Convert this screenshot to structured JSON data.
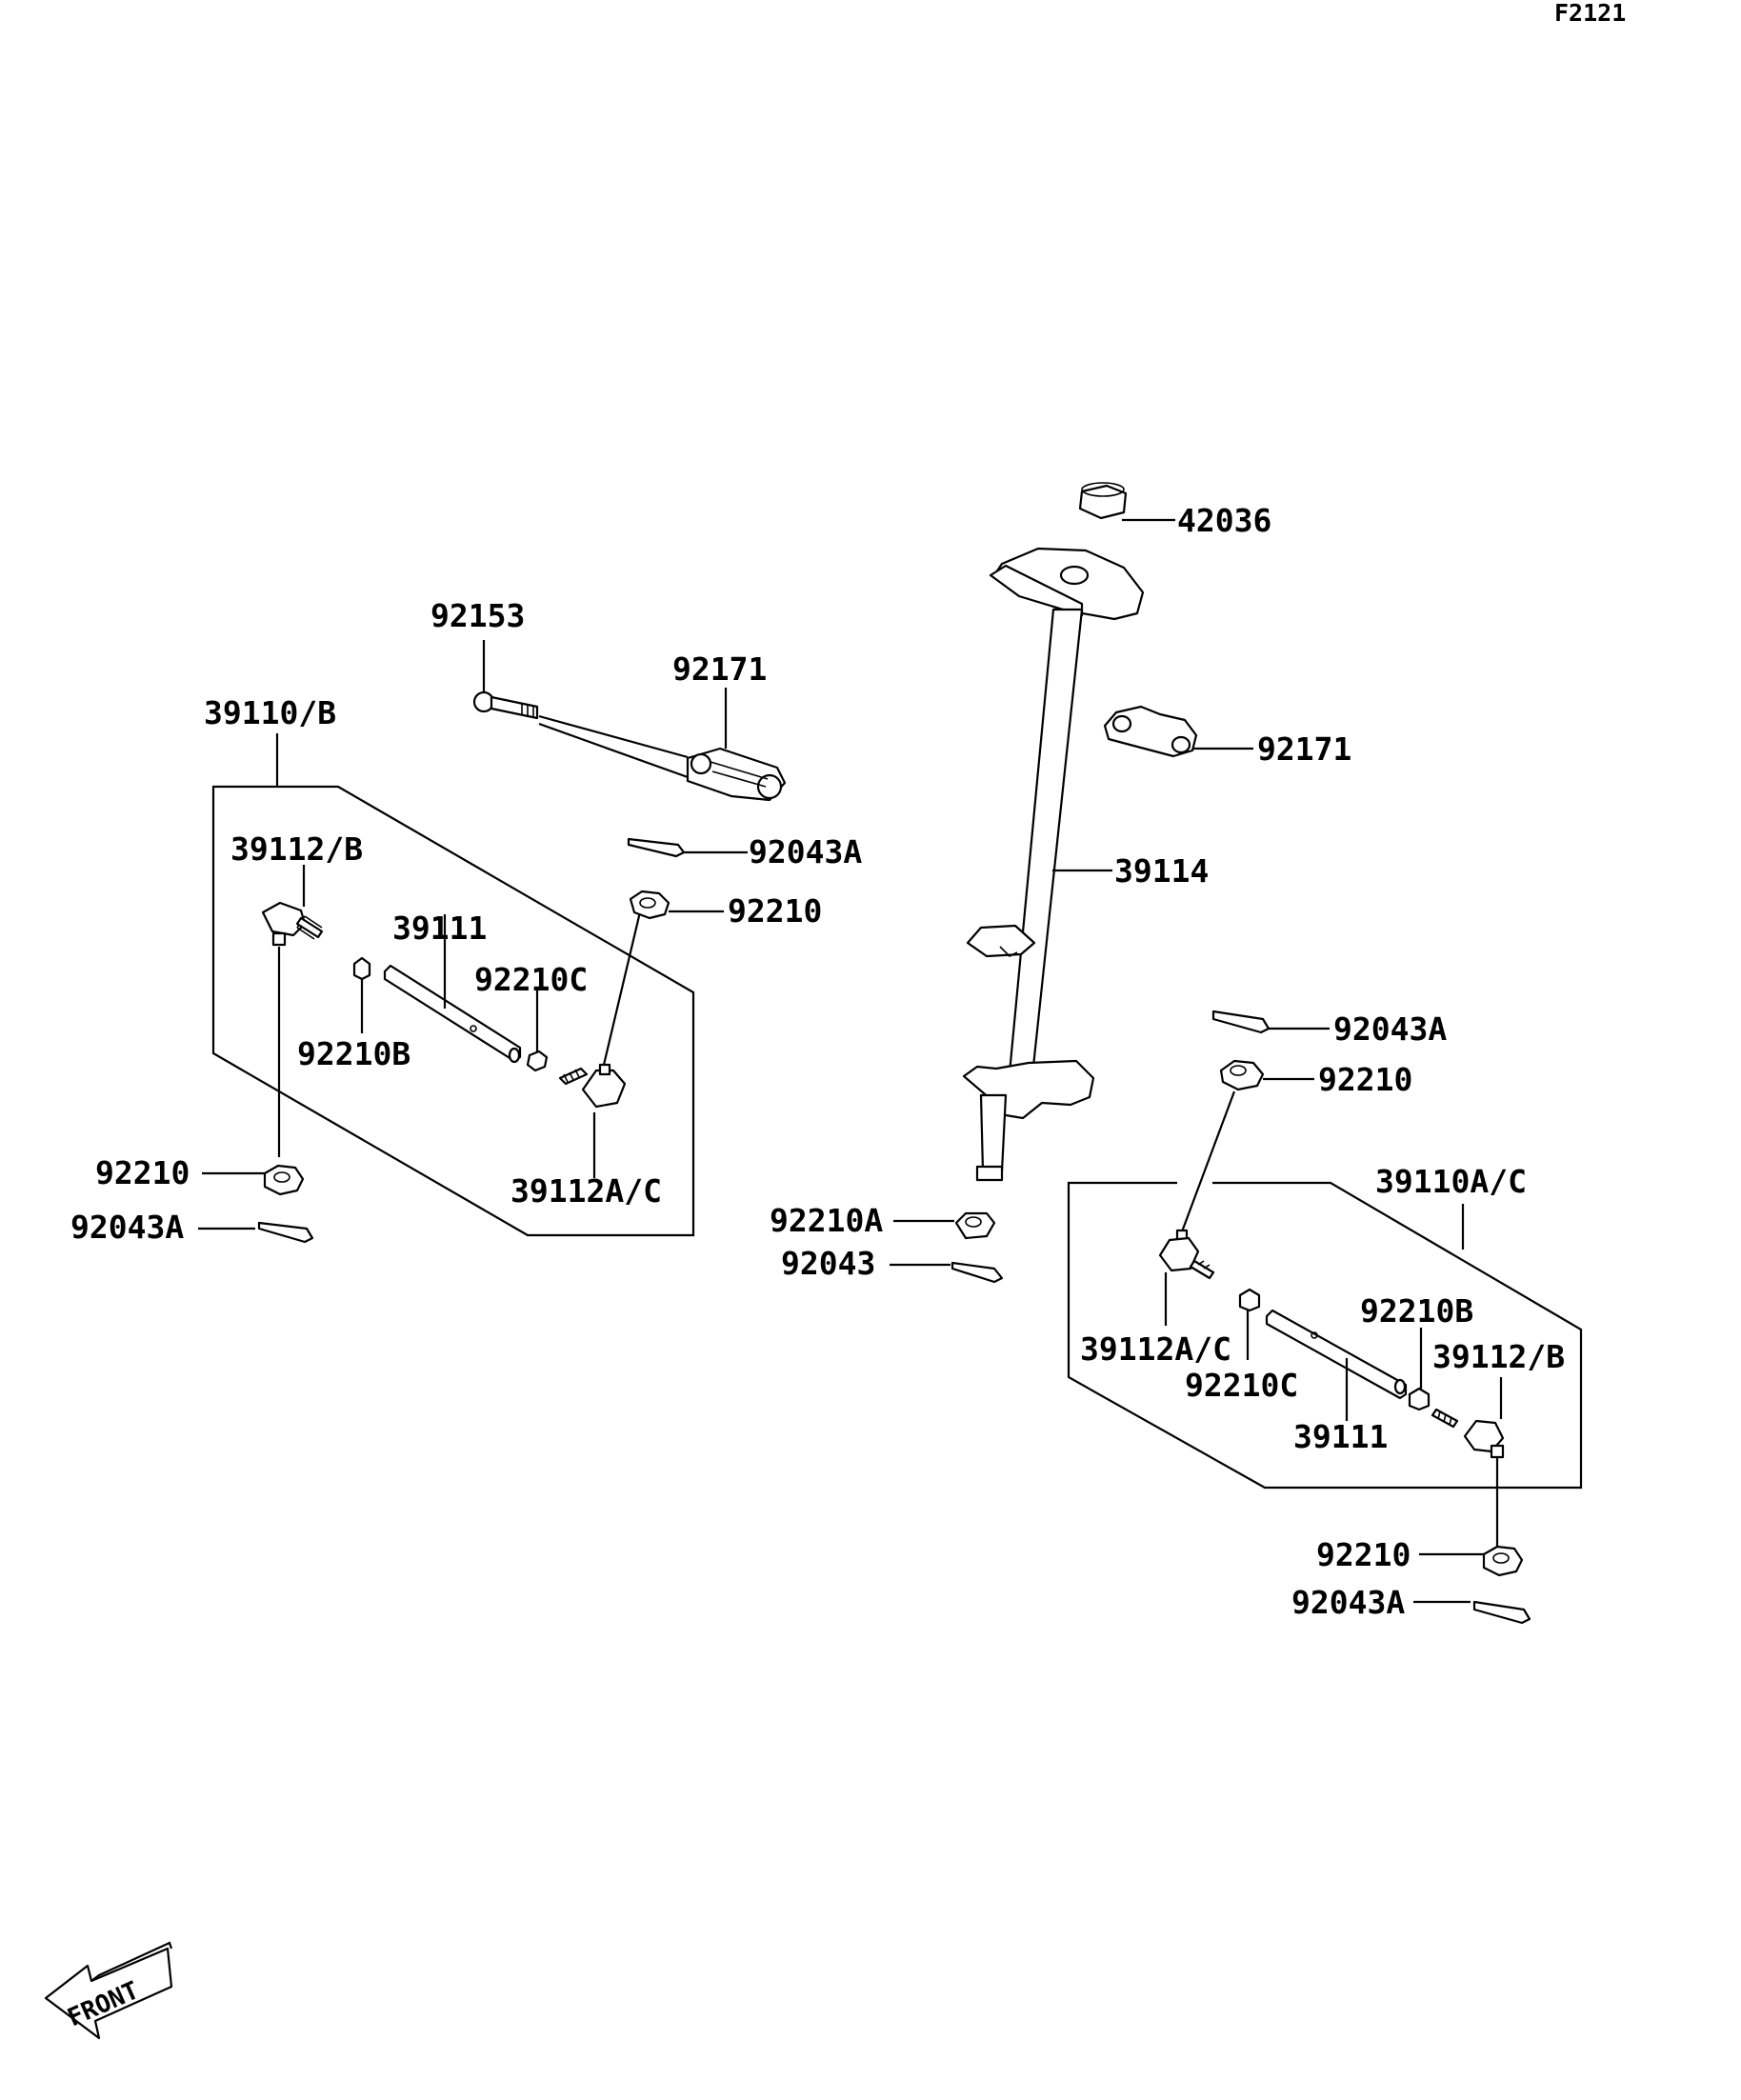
{
  "figure_ref": "F2121",
  "front_label": "FRONT",
  "labels": {
    "p42036": "42036",
    "p92153": "92153",
    "p92171_left": "92171",
    "p92171_right": "92171",
    "p39110B": "39110/B",
    "p39112B_left": "39112/B",
    "p39111_left": "39111",
    "p92210C_left": "92210C",
    "p92210B_left": "92210B",
    "p92043A_top": "92043A",
    "p92210_top": "92210",
    "p39114": "39114",
    "p92210_left_bottom": "92210",
    "p92043A_left_bottom": "92043A",
    "p39112AC_left": "39112A/C",
    "p92210A": "92210A",
    "p92043": "92043",
    "p92043A_right": "92043A",
    "p92210_right": "92210",
    "p39110AC": "39110A/C",
    "p92210B_right": "92210B",
    "p39112AC_right": "39112A/C",
    "p39112B_right": "39112/B",
    "p92210C_right": "92210C",
    "p39111_right": "39111",
    "p92210_right_bottom": "92210",
    "p92043A_right_bottom": "92043A"
  }
}
